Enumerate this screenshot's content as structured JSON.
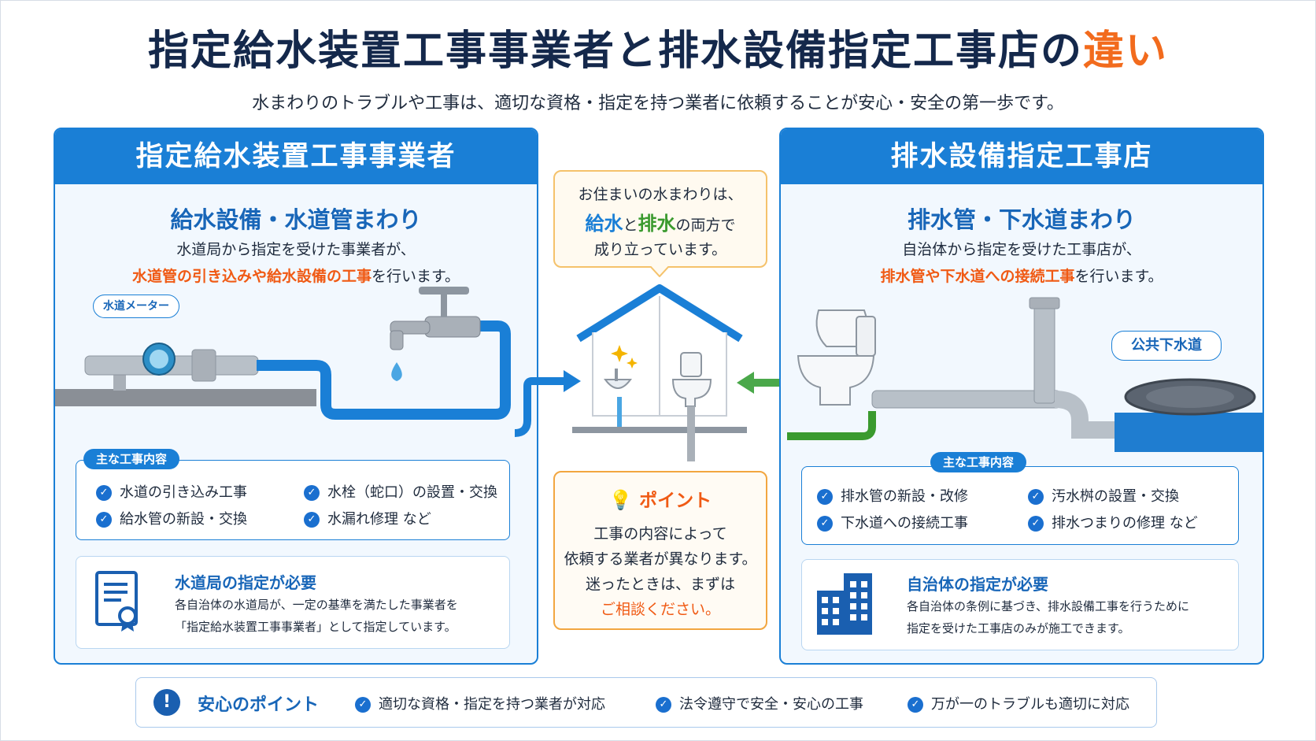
{
  "title": {
    "main": "指定給水装置工事事業者と排水設備指定工事店の",
    "accent": "違い"
  },
  "subtitle": "水まわりのトラブルや工事は、適切な資格・指定を持つ業者に依頼することが安心・安全の第一歩です。",
  "left": {
    "header": "指定給水装置工事事業者",
    "heading": "給水設備・水道管まわり",
    "desc_line1": "水道局から指定を受けた事業者が、",
    "desc_highlight": "水道管の引き込みや給水設備の工事",
    "desc_suffix": "を行います。",
    "meter_label": "水道メーター",
    "works_tag": "主な工事内容",
    "works": [
      "水道の引き込み工事",
      "水栓（蛇口）の設置・交換",
      "給水管の新設・交換",
      "水漏れ修理 など"
    ],
    "req_title": "水道局の指定が必要",
    "req_line1": "各自治体の水道局が、一定の基準を満たした事業者を",
    "req_line2": "「指定給水装置工事事業者」として指定しています。"
  },
  "center": {
    "bubble_line1": "お住まいの水まわりは、",
    "bubble_kyusui": "給水",
    "bubble_to": "と",
    "bubble_haisui": "排水",
    "bubble_rest": "の両方で",
    "bubble_line3": "成り立っています。",
    "point_title": "ポイント",
    "point_line1": "工事の内容によって",
    "point_line2": "依頼する業者が異なります。",
    "point_line3": "迷ったときは、まずは",
    "point_line4": "ご相談ください。"
  },
  "right": {
    "header": "排水設備指定工事店",
    "heading": "排水管・下水道まわり",
    "desc_line1": "自治体から指定を受けた工事店が、",
    "desc_highlight": "排水管や下水道への接続工事",
    "desc_suffix": "を行います。",
    "sewer_label": "公共下水道",
    "works_tag": "主な工事内容",
    "works": [
      "排水管の新設・改修",
      "汚水桝の設置・交換",
      "下水道への接続工事",
      "排水つまりの修理 など"
    ],
    "req_title": "自治体の指定が必要",
    "req_line1": "各自治体の条例に基づき、排水設備工事を行うために",
    "req_line2": "指定を受けた工事店のみが施工できます。"
  },
  "footer": {
    "label": "安心のポイント",
    "items": [
      "適切な資格・指定を持つ業者が対応",
      "法令遵守で安全・安心の工事",
      "万が一のトラブルも適切に対応"
    ]
  },
  "colors": {
    "primary_blue": "#1a7fd6",
    "accent_orange": "#f26b1d",
    "drain_green": "#3a9a2e",
    "navy": "#14284b"
  }
}
